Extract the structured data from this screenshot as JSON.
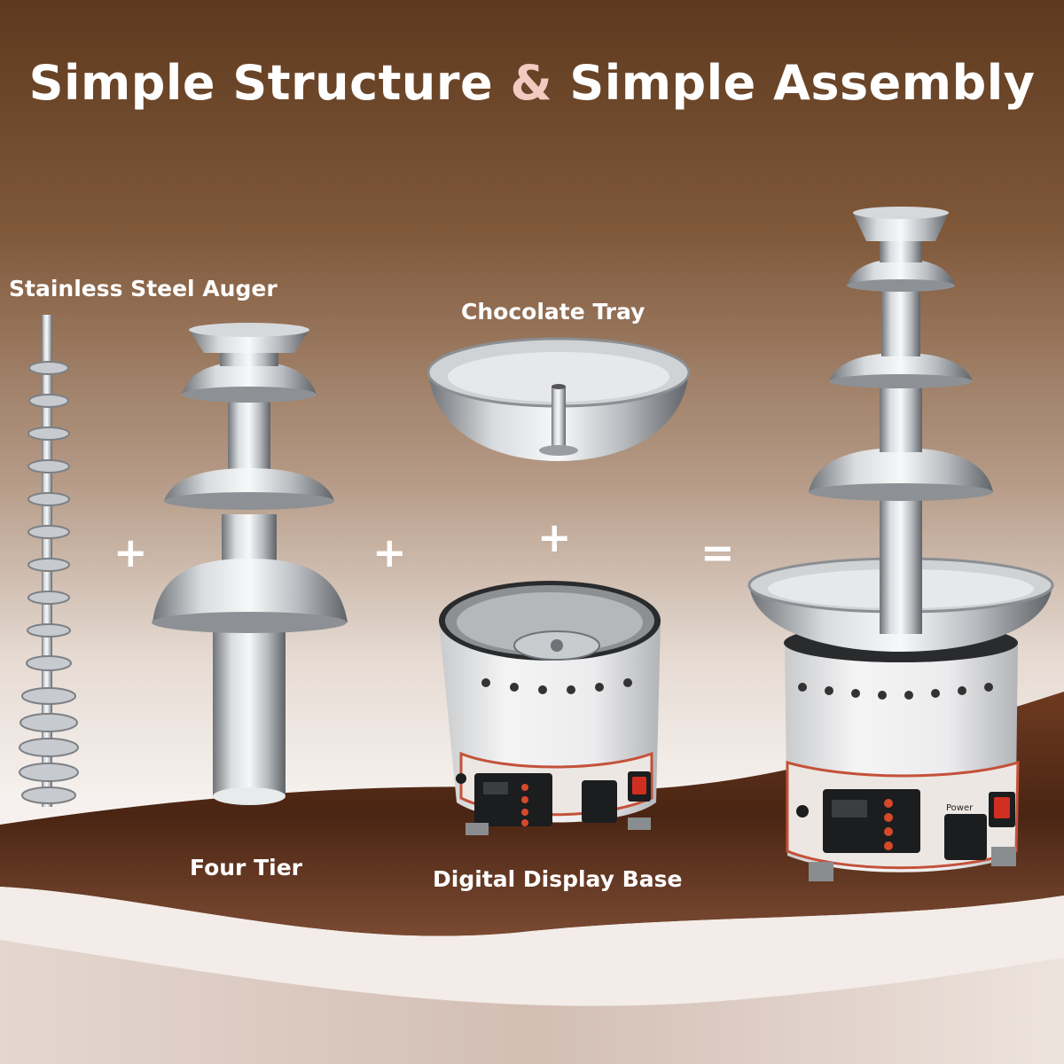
{
  "headline": {
    "part1": "Simple Structure",
    "amp": "&",
    "part2": "Simple Assembly"
  },
  "components": {
    "auger": "Stainless Steel Auger",
    "tier": "Four Tier",
    "tray": "Chocolate Tray",
    "base": "Digital Display Base"
  },
  "operators": {
    "plus1": "+",
    "plus2": "+",
    "plus3": "+",
    "equals": "="
  },
  "panel": {
    "power": "Power"
  },
  "colors": {
    "bg_top": "#6a4224",
    "bg_mid": "#a98a72",
    "bg_light": "#f4efec",
    "chocolate": "#5a2d17",
    "amp": "#f3c9c0"
  }
}
